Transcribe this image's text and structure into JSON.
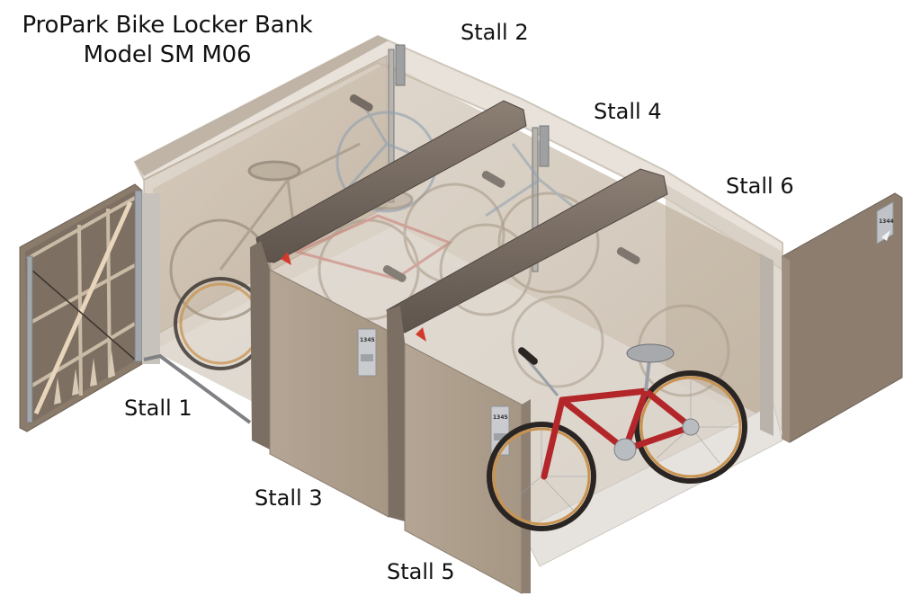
{
  "title": {
    "line1": "ProPark Bike Locker Bank",
    "line2": "Model SM M06"
  },
  "stalls": [
    {
      "id": 1,
      "label": "Stall 1",
      "door": "open-left",
      "bike": "transparent"
    },
    {
      "id": 2,
      "label": "Stall 2",
      "door": "rear",
      "bike": "transparent"
    },
    {
      "id": 3,
      "label": "Stall 3",
      "door": "closed",
      "bike": "transparent",
      "plate": "1345"
    },
    {
      "id": 4,
      "label": "Stall 4",
      "door": "rear",
      "bike": "transparent"
    },
    {
      "id": 5,
      "label": "Stall 5",
      "door": "closed",
      "bike": "red",
      "plate": "1345"
    },
    {
      "id": 6,
      "label": "Stall 6",
      "door": "open-right",
      "bike": "transparent",
      "plate": "1344"
    }
  ],
  "colors": {
    "panel": "#a89a8a",
    "panel_light": "#bfb2a2",
    "frame_dark": "#6e6258",
    "translucent": "#c8b9a6",
    "bike_red": "#b3262a",
    "tire_tan": "#c9934f",
    "floor": "#e6e3df"
  }
}
